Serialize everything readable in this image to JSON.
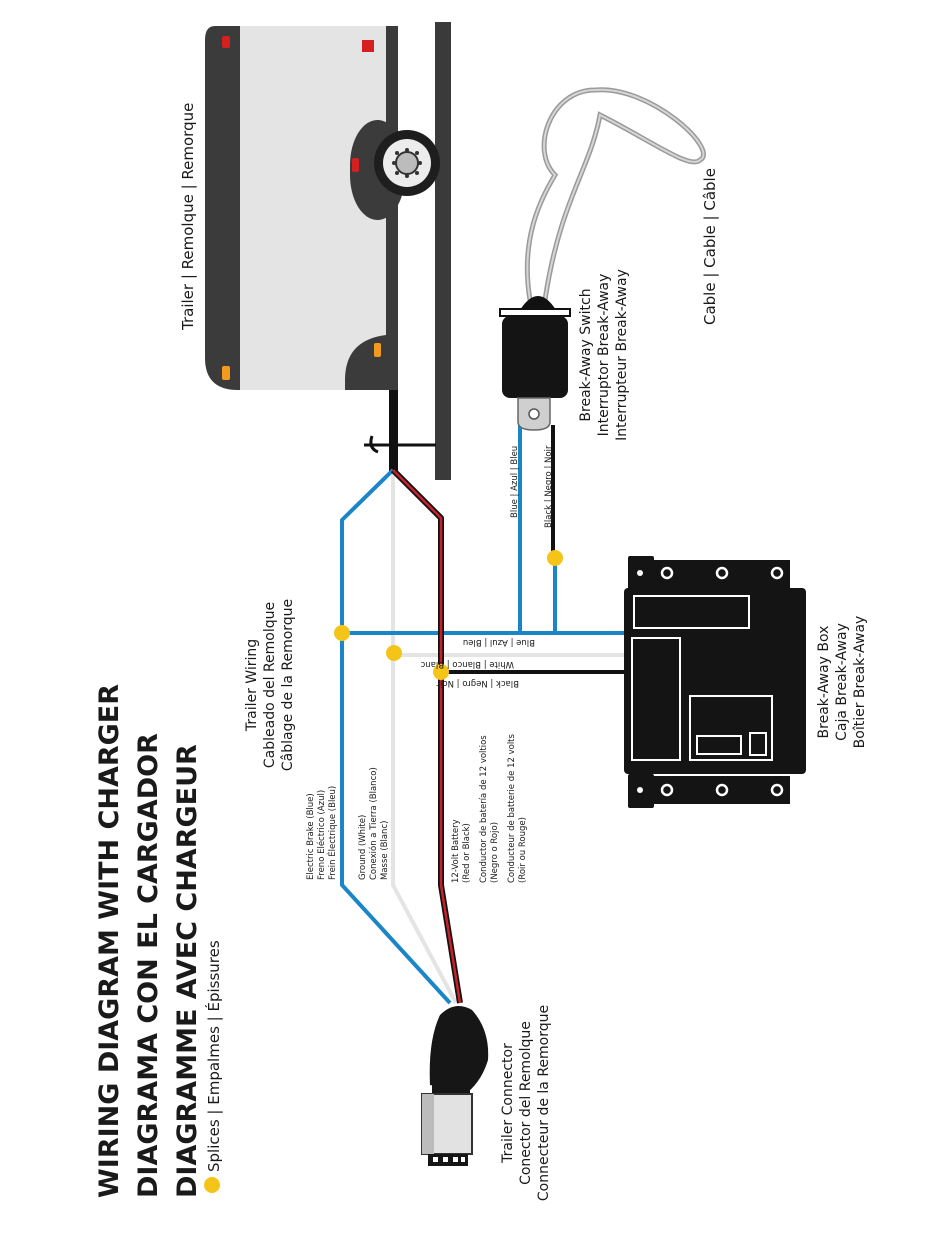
{
  "title": {
    "line1": "WIRING DIAGRAM WITH CHARGER",
    "line2": "DIAGRAMA CON EL CARGADOR",
    "line3": "DIAGRAMME AVEC CHARGEUR",
    "legend": "Splices | Empalmes | Épissures"
  },
  "labels": {
    "trailer": "Trailer | Remolque | Remorque",
    "cable": "Cable | Cable | Câble",
    "switch": [
      "Break-Away Switch",
      "Interruptor Break-Away",
      "Interrupteur Break-Away"
    ],
    "wiring": [
      "Trailer Wiring",
      "Cableado del Remolque",
      "Câblage de la Remorque"
    ],
    "box": [
      "Break-Away Box",
      "Caja Break-Away",
      "Boîtier Break-Away"
    ],
    "connector": [
      "Trailer Connector",
      "Conector del Remolque",
      "Connecteur de la Remorque"
    ],
    "brake": [
      "Electric Brake (Blue)",
      "Freno Eléctrico (Azul)",
      "Frein Électrique (Bleu)"
    ],
    "ground": [
      "Ground (White)",
      "Conexión a Tierra (Blanco)",
      "Masse (Blanc)"
    ],
    "battery": [
      "12-Volt Battery",
      "(Red or Black)",
      "Conductor de batería de 12 voltios",
      "(Negro o Rojo)",
      "Conducteur de batterie de 12 volts",
      "(Roir ou Rouge)"
    ],
    "blue_wire": "Blue | Azul | Bleu",
    "black_wire": "Black | Negro | Noir",
    "box_blue": "Blue | Azul | Bleu",
    "box_white": "White | Blanco | Blanc",
    "box_black": "Black | Negro | Noir"
  },
  "colors": {
    "blue": "#1a86c8",
    "red": "#c8202a",
    "white_wire": "#e4e4e4",
    "black": "#111111",
    "splice": "#f5c418",
    "trailer_body": "#3a3a3a",
    "box": "#141414"
  }
}
